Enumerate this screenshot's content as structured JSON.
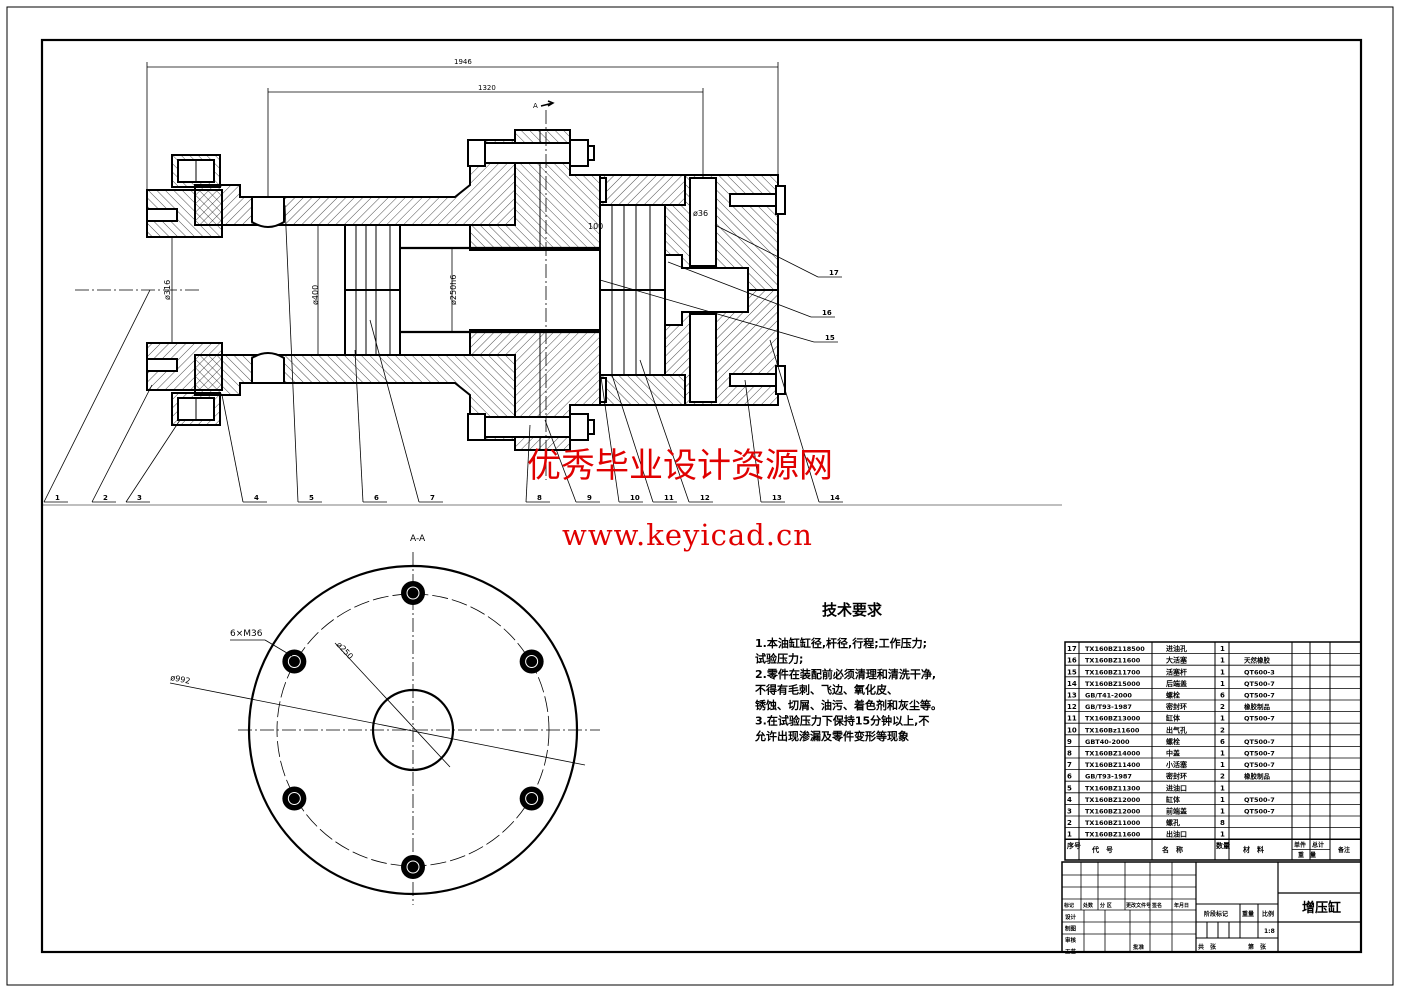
{
  "drawing": {
    "dimensions": {
      "overall_length": "1946",
      "inner_length": "1320",
      "bore_left": "ø316",
      "bore_barrel": "ø400",
      "rod": "ø250h6",
      "port": "ø36",
      "offset": "100",
      "section_marker": "A"
    },
    "balloons": [
      "1",
      "2",
      "3",
      "4",
      "5",
      "6",
      "7",
      "8",
      "9",
      "10",
      "11",
      "12",
      "13",
      "14",
      "15",
      "16",
      "17"
    ],
    "section_view": {
      "title": "A-A",
      "bolt_callout": "6×M36",
      "outer_diameter": "ø992",
      "bolt_circle": "ø250"
    }
  },
  "tech_requirements": {
    "title": "技术要求",
    "lines": [
      "1.本油缸缸径,杆径,行程;工作压力;",
      "试验压力;",
      "2.零件在装配前必须清理和清洗干净,",
      "不得有毛刺、飞边、氧化皮、",
      "锈蚀、切屑、油污、着色剂和灰尘等。",
      "3.在试验压力下保持15分钟以上,不",
      "允许出现渗漏及零件变形等现象"
    ]
  },
  "parts_list": {
    "rows": [
      {
        "no": "17",
        "code": "TX160BZ118500",
        "name": "进油孔",
        "qty": "1",
        "material": ""
      },
      {
        "no": "16",
        "code": "TX160BZ11600",
        "name": "大活塞",
        "qty": "1",
        "material": "天然橡胶"
      },
      {
        "no": "15",
        "code": "TX160BZ11700",
        "name": "活塞杆",
        "qty": "1",
        "material": "QT600-3"
      },
      {
        "no": "14",
        "code": "TX160BZ15000",
        "name": "后端盖",
        "qty": "1",
        "material": "QT500-7"
      },
      {
        "no": "13",
        "code": "GB/T41-2000",
        "name": "螺栓",
        "qty": "6",
        "material": "QT500-7"
      },
      {
        "no": "12",
        "code": "GB/T93-1987",
        "name": "密封环",
        "qty": "2",
        "material": "橡胶制品"
      },
      {
        "no": "11",
        "code": "TX160BZ13000",
        "name": "缸体",
        "qty": "1",
        "material": "QT500-7"
      },
      {
        "no": "10",
        "code": "TX160Bz11600",
        "name": "出气孔",
        "qty": "2",
        "material": ""
      },
      {
        "no": "9",
        "code": "GBT40-2000",
        "name": "螺栓",
        "qty": "6",
        "material": "QT500-7"
      },
      {
        "no": "8",
        "code": "TX160BZ14000",
        "name": "中盖",
        "qty": "1",
        "material": "QT500-7"
      },
      {
        "no": "7",
        "code": "TX160BZ11400",
        "name": "小活塞",
        "qty": "1",
        "material": "QT500-7"
      },
      {
        "no": "6",
        "code": "GB/T93-1987",
        "name": "密封环",
        "qty": "2",
        "material": "橡胶制品"
      },
      {
        "no": "5",
        "code": "TX160BZ11300",
        "name": "进油口",
        "qty": "1",
        "material": ""
      },
      {
        "no": "4",
        "code": "TX160BZ12000",
        "name": "缸体",
        "qty": "1",
        "material": "QT500-7"
      },
      {
        "no": "3",
        "code": "TX160BZ12000",
        "name": "前端盖",
        "qty": "1",
        "material": "QT500-7"
      },
      {
        "no": "2",
        "code": "TX160BZ11000",
        "name": "螺孔",
        "qty": "8",
        "material": ""
      },
      {
        "no": "1",
        "code": "TX160BZ11600",
        "name": "出油口",
        "qty": "1",
        "material": ""
      }
    ],
    "header": {
      "no": "序号",
      "code": "代　号",
      "name": "名　称",
      "qty": "数量",
      "material": "材　料",
      "unit": "单件",
      "total": "总计",
      "weight": "重　量",
      "remark": "备注"
    }
  },
  "title_block": {
    "title": "增压缸",
    "rev_headers": [
      "标记",
      "处数",
      "分 区",
      "更改文件号",
      "签名",
      "年月日"
    ],
    "roles": [
      "设计",
      "制图",
      "审核",
      "工艺"
    ],
    "approve": "批准",
    "stage_mark": "阶段标记",
    "weight": "重量",
    "scale_label": "比例",
    "scale": "1:8",
    "sheets": "共　张",
    "sheet_no": "第　张"
  },
  "watermark": {
    "name": "优秀毕业设计资源网",
    "url": "www.keyicad.cn"
  },
  "colors": {
    "watermark": "#e00000",
    "line": "#000000"
  }
}
